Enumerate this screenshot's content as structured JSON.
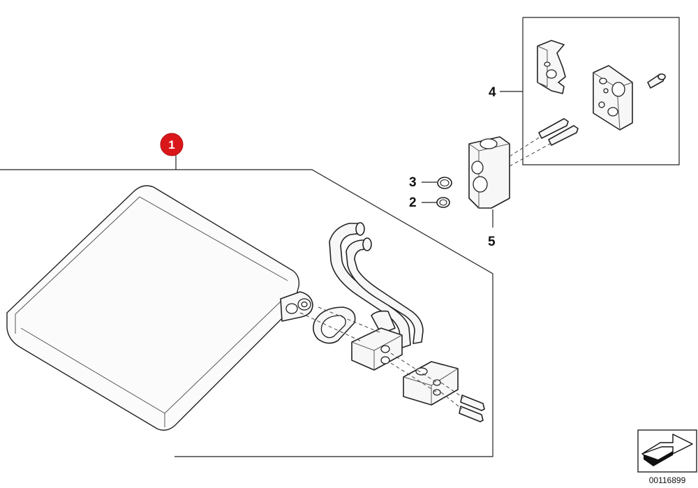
{
  "callouts": {
    "c1": "1",
    "c2": "2",
    "c3": "3",
    "c4": "4",
    "c5": "5"
  },
  "highlight_color": "#d9171b",
  "diagram_id": "00116899",
  "icons": {
    "badge": "red-circle-badge",
    "nav": "arrow-right-icon"
  }
}
